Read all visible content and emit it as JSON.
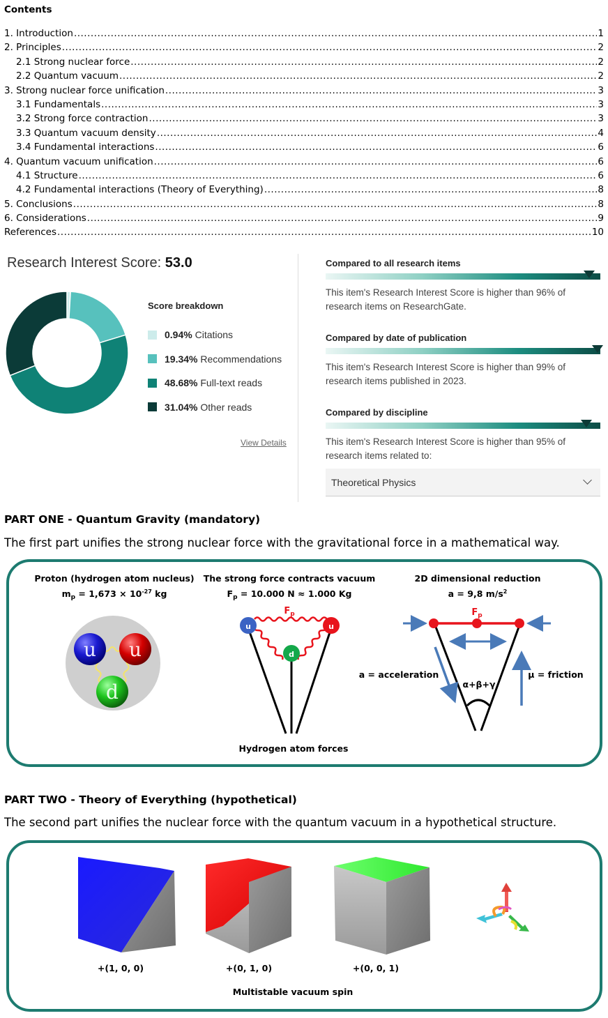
{
  "toc": {
    "title": "Contents",
    "items": [
      {
        "text": "1. Introduction",
        "page": "1",
        "sub": false
      },
      {
        "text": "2. Principles",
        "page": "2",
        "sub": false
      },
      {
        "text": "2.1 Strong nuclear force",
        "page": "2",
        "sub": true
      },
      {
        "text": "2.2 Quantum vacuum",
        "page": "2",
        "sub": true
      },
      {
        "text": "3. Strong nuclear force unification",
        "page": "3",
        "sub": false
      },
      {
        "text": "3.1 Fundamentals",
        "page": "3",
        "sub": true
      },
      {
        "text": "3.2 Strong force contraction",
        "page": "3",
        "sub": true
      },
      {
        "text": "3.3 Quantum vacuum density",
        "page": "4",
        "sub": true
      },
      {
        "text": "3.4 Fundamental interactions",
        "page": "6",
        "sub": true
      },
      {
        "text": "4. Quantum vacuum unification",
        "page": "6",
        "sub": false
      },
      {
        "text": "4.1 Structure",
        "page": "6",
        "sub": true
      },
      {
        "text": "4.2 Fundamental interactions (Theory of Everything)",
        "page": "8",
        "sub": true
      },
      {
        "text": "5. Conclusions",
        "page": "8",
        "sub": false
      },
      {
        "text": "6. Considerations",
        "page": "9",
        "sub": false
      },
      {
        "text": "References",
        "page": "10",
        "sub": false
      }
    ]
  },
  "research_interest": {
    "title_prefix": "Research Interest Score: ",
    "score": "53.0",
    "breakdown_title": "Score breakdown",
    "breakdown": [
      {
        "pct": "0.94%",
        "label": " Citations",
        "value": 0.94,
        "color": "#cdeceb"
      },
      {
        "pct": "19.34%",
        "label": " Recommendations",
        "value": 19.34,
        "color": "#57c1bd"
      },
      {
        "pct": "48.68%",
        "label": " Full-text reads",
        "value": 48.68,
        "color": "#0f8276"
      },
      {
        "pct": "31.04%",
        "label": " Other reads",
        "value": 31.04,
        "color": "#0b3b38"
      }
    ],
    "view_details": "View Details",
    "comparisons": [
      {
        "heading": "Compared to all research items",
        "percentile": 96,
        "text": "This item's Research Interest Score is higher than 96% of research items on ResearchGate."
      },
      {
        "heading": "Compared by date of publication",
        "percentile": 99,
        "text": "This item's Research Interest Score is higher than 99% of research items published in 2023."
      },
      {
        "heading": "Compared by discipline",
        "percentile": 95,
        "text": "This item's Research Interest Score is higher than 95% of research items related to:"
      }
    ],
    "discipline": "Theoretical Physics"
  },
  "part_one": {
    "heading": "PART ONE - Quantum Gravity (mandatory)",
    "text": "The first part unifies the strong nuclear force with the gravitational force in a mathematical way.",
    "fig1_title": "Proton (hydrogen atom nucleus)",
    "fig1_formula_a": "m",
    "fig1_formula_sub": "p",
    "fig1_formula_b": " = 1,673 × 10",
    "fig1_formula_sup": "-27",
    "fig1_formula_c": " kg",
    "fig2_title": "The strong force contracts vacuum",
    "fig2_formula_a": "F",
    "fig2_formula_sub": "p",
    "fig2_formula_b": " = 10.000 N ≈ 1.000 Kg",
    "fig3_title": "2D dimensional reduction",
    "fig3_formula_a": "a = 9,8 m/s",
    "fig3_formula_sup": "2",
    "quark_u": "u",
    "quark_d": "d",
    "fp_label": "F",
    "fp_sub": "p",
    "caption": "Hydrogen atom forces",
    "accel_label": "a = acceleration",
    "friction_label": "µ = friction",
    "angle_label": "α+β+γ"
  },
  "part_two": {
    "heading": "PART TWO - Theory of Everything (hypothetical)",
    "text": "The second part unifies the nuclear force with the quantum vacuum in a hypothetical structure.",
    "cube_labels": [
      "+(1, 0, 0)",
      "+(0, 1, 0)",
      "+(0, 0, 1)"
    ],
    "caption": "Multistable vacuum spin"
  },
  "colors": {
    "teal": "#1d7b70",
    "red_force": "#e8141c",
    "blue_arrow": "#4a7ab8"
  }
}
